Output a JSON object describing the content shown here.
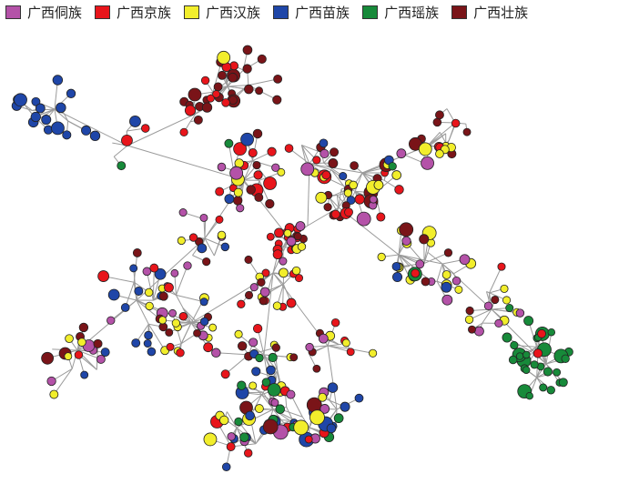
{
  "legend": [
    {
      "label": "广西侗族",
      "group": "dong"
    },
    {
      "label": "广西京族",
      "group": "jing"
    },
    {
      "label": "广西汉族",
      "group": "han"
    },
    {
      "label": "广西苗族",
      "group": "miao"
    },
    {
      "label": "广西瑶族",
      "group": "yao"
    },
    {
      "label": "广西壮族",
      "group": "zhuang"
    }
  ],
  "colors": {
    "dong": "#b452a8",
    "jing": "#e8151b",
    "han": "#f2ee2c",
    "miao": "#1f46a8",
    "yao": "#178a3a",
    "zhuang": "#7a1418",
    "edge": "#9a9a9a",
    "outline": "#222222"
  }
}
